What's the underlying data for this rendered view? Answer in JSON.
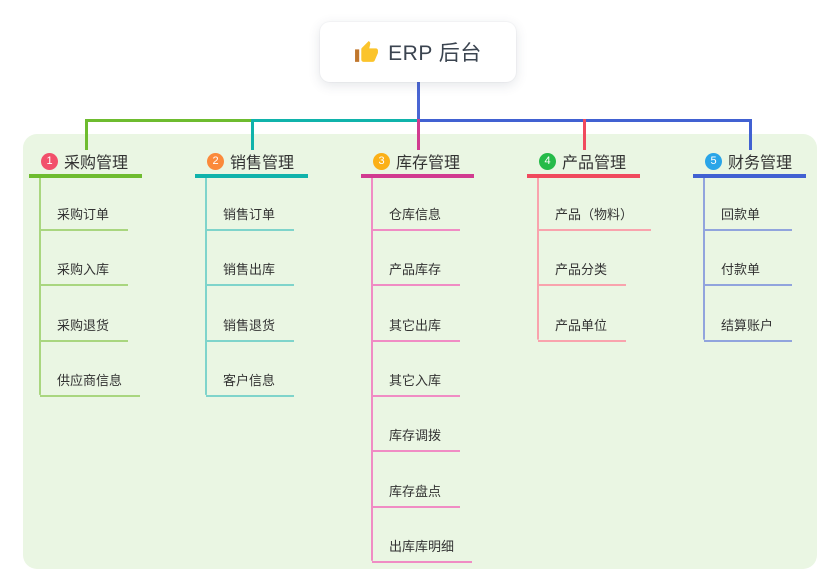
{
  "root": {
    "label": "ERP 后台",
    "icon": "thumbs-up-icon",
    "icon_colors": {
      "hand": "#fbc42c",
      "cuff": "#c0762c"
    },
    "connector_color": "#4a66d4",
    "text_color": "#3b4450"
  },
  "panel": {
    "background": "#eaf6e3"
  },
  "branches": [
    {
      "number": "1",
      "label": "采购管理",
      "badge_color": "#f2506b",
      "line_color": "#6ebc2f",
      "child_line_color": "#a9d67f",
      "children": [
        "采购订单",
        "采购入库",
        "采购退货",
        "供应商信息"
      ]
    },
    {
      "number": "2",
      "label": "销售管理",
      "badge_color": "#fb8a3b",
      "line_color": "#10b3ab",
      "child_line_color": "#7fd4cb",
      "children": [
        "销售订单",
        "销售出库",
        "销售退货",
        "客户信息"
      ]
    },
    {
      "number": "3",
      "label": "库存管理",
      "badge_color": "#fbb016",
      "line_color": "#d13b90",
      "child_line_color": "#f08cc4",
      "children": [
        "仓库信息",
        "产品库存",
        "其它出库",
        "其它入库",
        "库存调拨",
        "库存盘点",
        "出库库明细"
      ]
    },
    {
      "number": "4",
      "label": "产品管理",
      "badge_color": "#25bb49",
      "line_color": "#f04a5e",
      "child_line_color": "#f9a3ad",
      "children": [
        "产品（物料）",
        "产品分类",
        "产品单位"
      ]
    },
    {
      "number": "5",
      "label": "财务管理",
      "badge_color": "#2aa5e8",
      "line_color": "#4161d2",
      "child_line_color": "#91a4dd",
      "children": [
        "回款单",
        "付款单",
        "结算账户"
      ]
    }
  ]
}
